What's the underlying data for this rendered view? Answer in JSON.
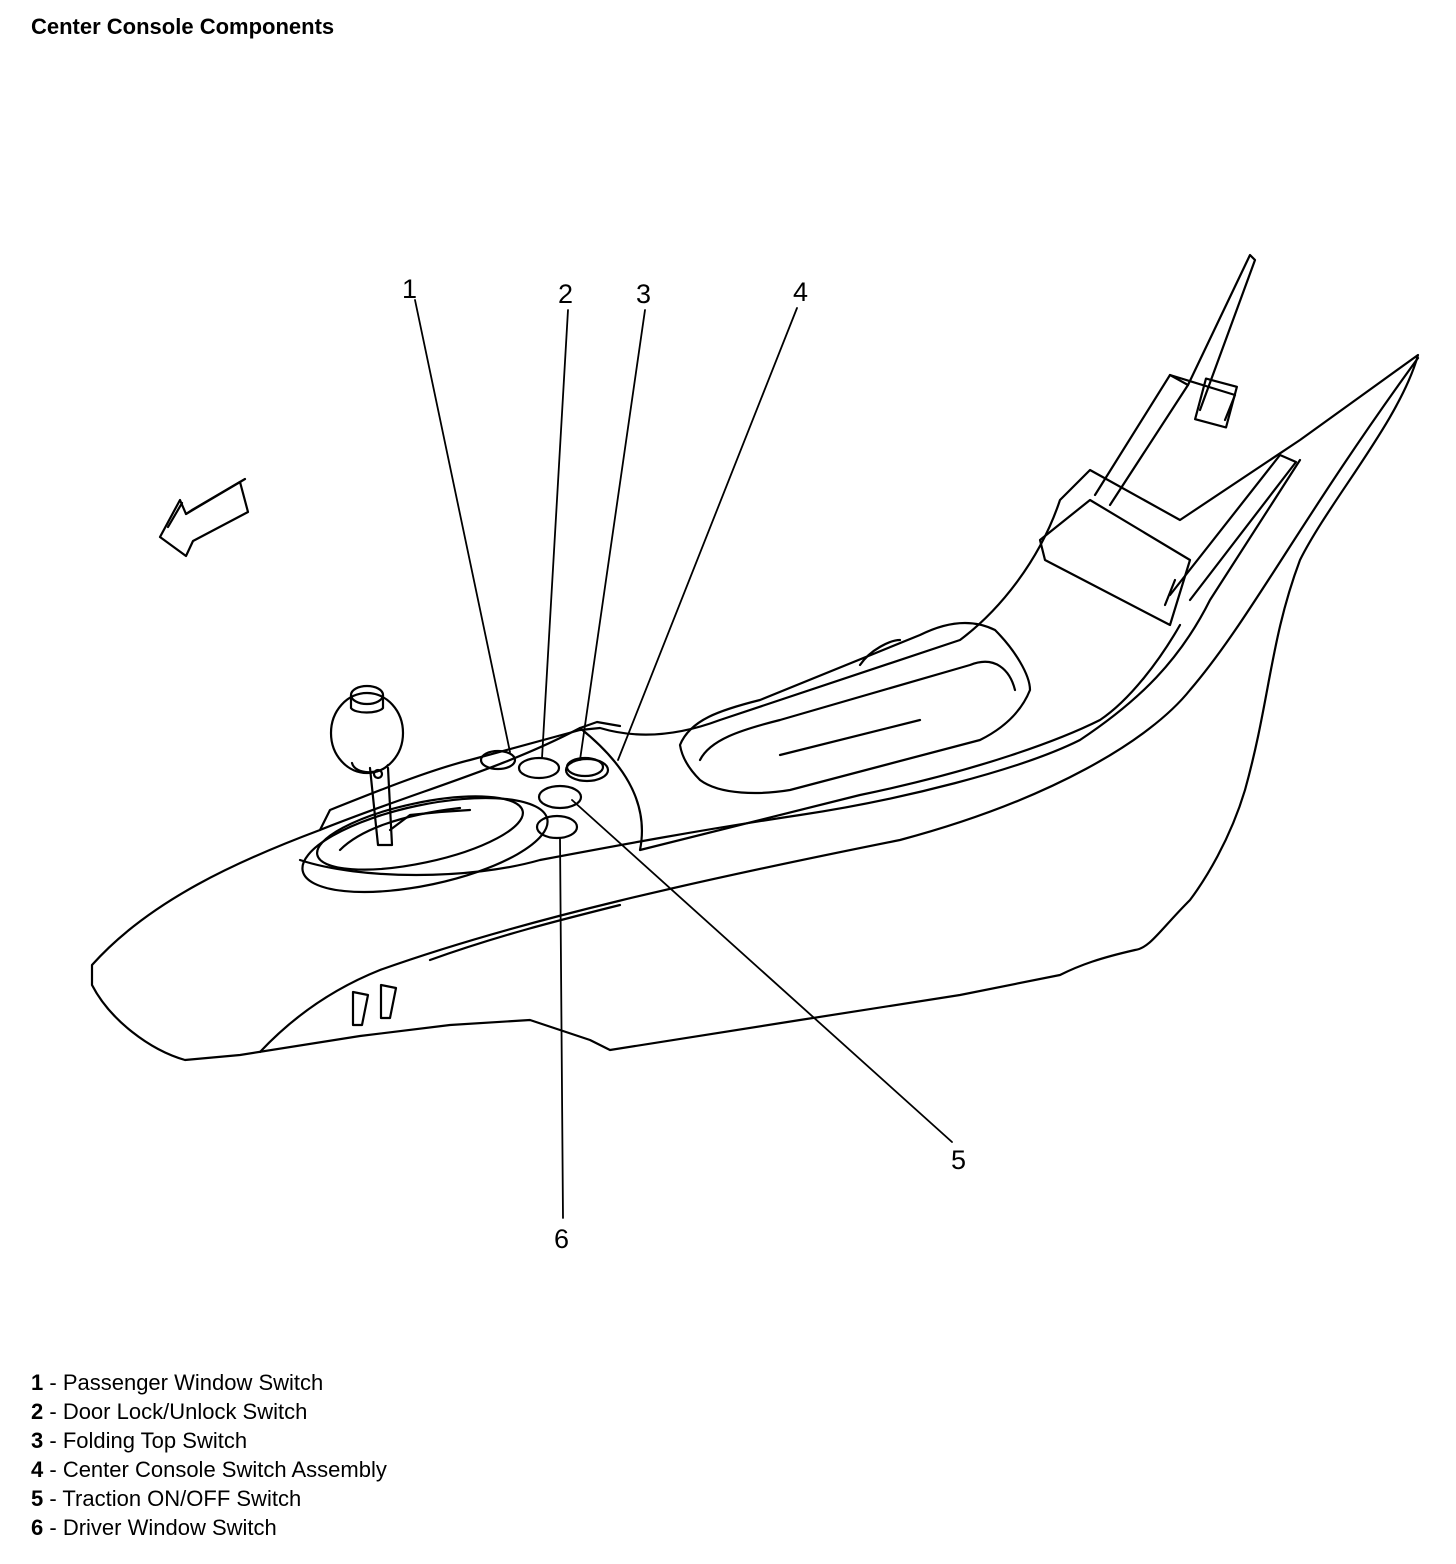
{
  "title": "Center Console Components",
  "callouts": [
    "1",
    "2",
    "3",
    "4",
    "5",
    "6"
  ],
  "legend": [
    {
      "num": "1",
      "label": "Passenger Window Switch"
    },
    {
      "num": "2",
      "label": "Door Lock/Unlock Switch"
    },
    {
      "num": "3",
      "label": "Folding Top Switch"
    },
    {
      "num": "4",
      "label": "Center Console Switch Assembly"
    },
    {
      "num": "5",
      "label": "Traction ON/OFF Switch"
    },
    {
      "num": "6",
      "label": "Driver Window Switch"
    }
  ],
  "legend_separator": " - "
}
